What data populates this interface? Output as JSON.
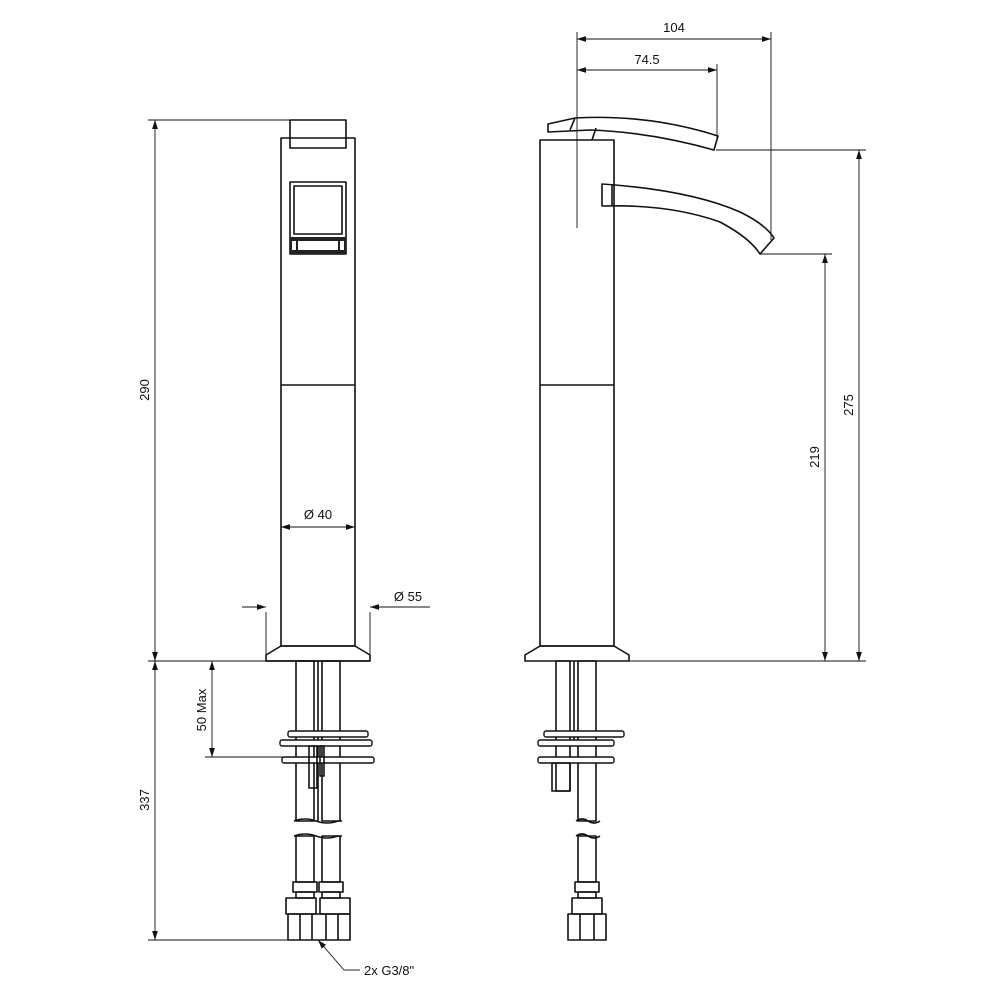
{
  "dimensions": {
    "total_height": "290",
    "inner_diameter": "Ø 40",
    "base_diameter": "Ø 55",
    "max_thickness": "50 Max",
    "below_length": "337",
    "reach": "104",
    "handle_reach": "74.5",
    "spout_top_height": "275",
    "spout_outlet_height": "219",
    "connection": "2x G3/8\""
  }
}
